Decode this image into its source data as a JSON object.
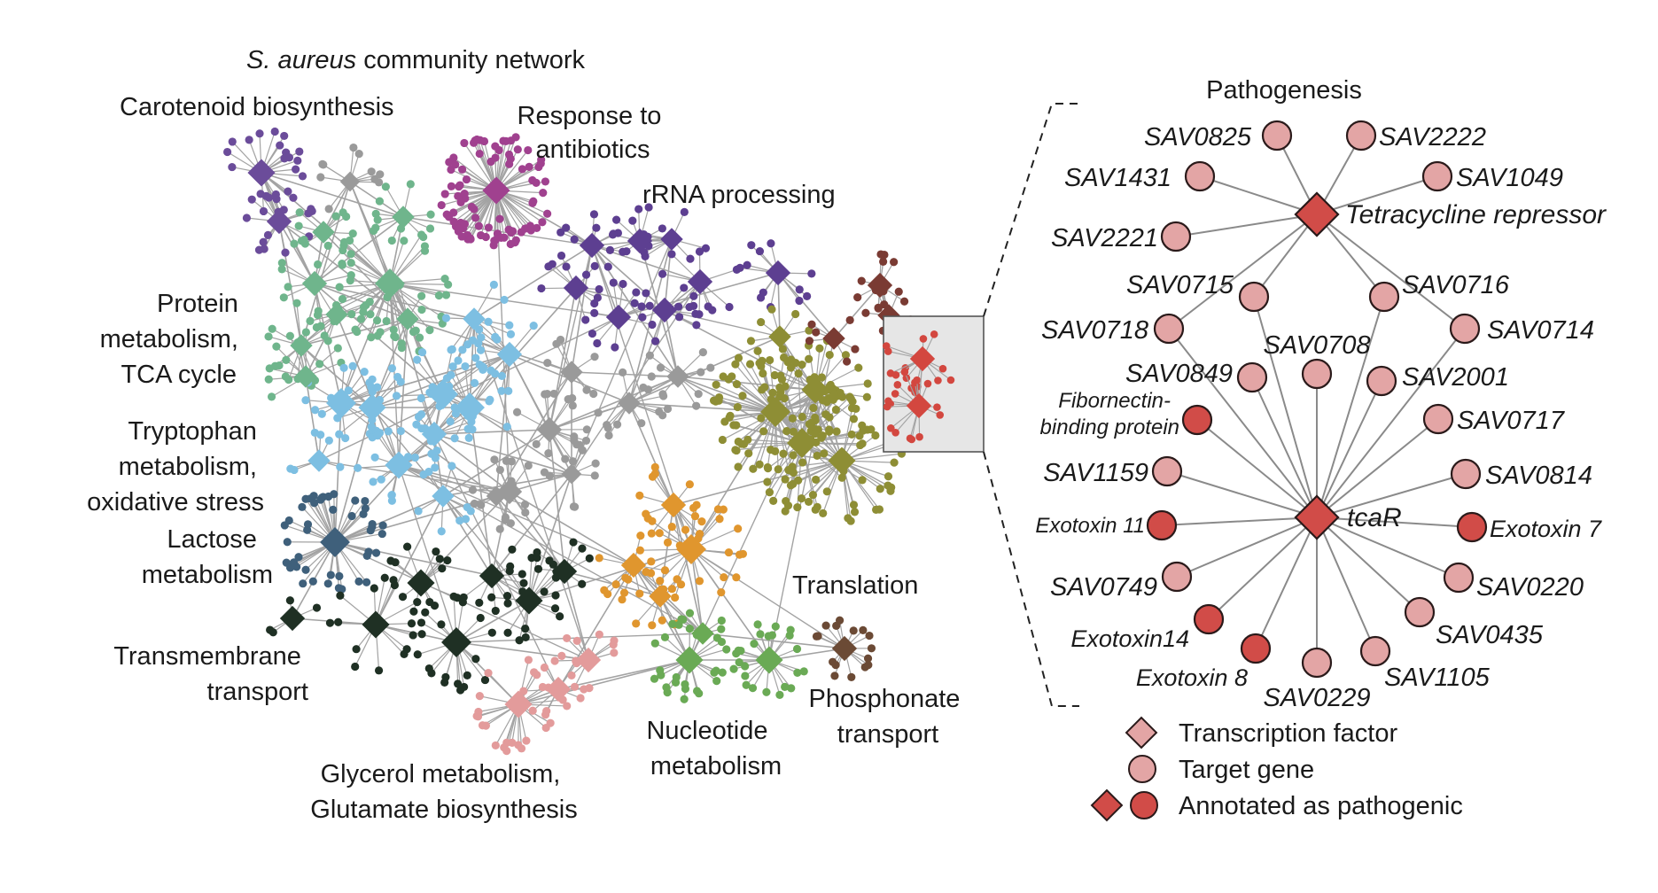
{
  "network": {
    "title_italic": "S. aureus",
    "title_rest": " community network",
    "clusters": [
      {
        "id": "carotenoid",
        "lines": [
          "Carotenoid biosynthesis"
        ],
        "color": "#6b4c9a"
      },
      {
        "id": "antibiotics",
        "lines": [
          "Response to",
          "antibiotics"
        ],
        "color": "#a0418f"
      },
      {
        "id": "rrna",
        "lines": [
          "rRNA processing"
        ],
        "color": "#5d3f91"
      },
      {
        "id": "protein",
        "lines": [
          "Protein",
          "metabolism,",
          "TCA cycle"
        ],
        "color": "#6fb58c"
      },
      {
        "id": "tryptophan",
        "lines": [
          "Tryptophan",
          "metabolism,",
          "oxidative stress"
        ],
        "color": "#7dbfe2"
      },
      {
        "id": "lactose",
        "lines": [
          "Lactose",
          "metabolism"
        ],
        "color": "#3f607b"
      },
      {
        "id": "transmembrane",
        "lines": [
          "Transmembrane",
          "transport"
        ],
        "color": "#1f3024"
      },
      {
        "id": "glycerol",
        "lines": [
          "Glycerol metabolism,",
          "Glutamate biosynthesis"
        ],
        "color": "#e39b9b"
      },
      {
        "id": "nucleotide",
        "lines": [
          "Nucleotide",
          "metabolism"
        ],
        "color": "#6aaa55"
      },
      {
        "id": "translation",
        "lines": [
          "Translation"
        ],
        "color": "#8e8e35"
      },
      {
        "id": "phosphonate",
        "lines": [
          "Phosphonate",
          "transport"
        ],
        "color": "#6b4a35"
      },
      {
        "id": "pathogen_small",
        "lines": [],
        "color": "#d3473f"
      },
      {
        "id": "orange",
        "lines": [],
        "color": "#e0962e"
      },
      {
        "id": "brownred",
        "lines": [],
        "color": "#7a3b33"
      },
      {
        "id": "gray",
        "lines": [],
        "color": "#9a9a9a"
      }
    ]
  },
  "inset": {
    "title": "Pathogenesis",
    "hubs": [
      {
        "id": "tetr",
        "label": "Tetracycline repressor",
        "pathogenic": true
      },
      {
        "id": "tcar",
        "label": "tcaR",
        "pathogenic": true
      }
    ],
    "genes": [
      {
        "label": "SAV0825",
        "hub": "tetr",
        "pathogenic": false
      },
      {
        "label": "SAV2222",
        "hub": "tetr",
        "pathogenic": false
      },
      {
        "label": "SAV1431",
        "hub": "tetr",
        "pathogenic": false
      },
      {
        "label": "SAV1049",
        "hub": "tetr",
        "pathogenic": false
      },
      {
        "label": "SAV2221",
        "hub": "tetr",
        "pathogenic": false
      },
      {
        "label": "SAV0715",
        "hub": "both",
        "pathogenic": false
      },
      {
        "label": "SAV0716",
        "hub": "both",
        "pathogenic": false
      },
      {
        "label": "SAV0718",
        "hub": "both",
        "pathogenic": false
      },
      {
        "label": "SAV0714",
        "hub": "both",
        "pathogenic": false
      },
      {
        "label": "SAV0708",
        "hub": "tcar",
        "pathogenic": false
      },
      {
        "label": "SAV0849",
        "hub": "tcar",
        "pathogenic": false
      },
      {
        "label": "SAV2001",
        "hub": "tcar",
        "pathogenic": false
      },
      {
        "label": "Fibornectin-binding protein",
        "hub": "tcar",
        "pathogenic": true
      },
      {
        "label": "SAV0717",
        "hub": "tcar",
        "pathogenic": false
      },
      {
        "label": "SAV1159",
        "hub": "tcar",
        "pathogenic": false
      },
      {
        "label": "SAV0814",
        "hub": "tcar",
        "pathogenic": false
      },
      {
        "label": "Exotoxin 11",
        "hub": "tcar",
        "pathogenic": true
      },
      {
        "label": "Exotoxin 7",
        "hub": "tcar",
        "pathogenic": true
      },
      {
        "label": "SAV0749",
        "hub": "tcar",
        "pathogenic": false
      },
      {
        "label": "SAV0220",
        "hub": "tcar",
        "pathogenic": false
      },
      {
        "label": "Exotoxin14",
        "hub": "tcar",
        "pathogenic": true
      },
      {
        "label": "SAV0435",
        "hub": "tcar",
        "pathogenic": false
      },
      {
        "label": "Exotoxin 8",
        "hub": "tcar",
        "pathogenic": true
      },
      {
        "label": "SAV0229",
        "hub": "tcar",
        "pathogenic": false
      },
      {
        "label": "SAV1105",
        "hub": "tcar",
        "pathogenic": false
      }
    ],
    "fib_line1": "Fibornectin-",
    "fib_line2": "binding protein",
    "colors": {
      "normal_fill": "#e3a5a5",
      "pathogenic_fill": "#d14c48",
      "stroke": "#2a1a1a",
      "edge": "#8a8a8a"
    }
  },
  "legend": {
    "items": [
      {
        "label": "Transcription factor",
        "shape": "diamond"
      },
      {
        "label": "Target gene",
        "shape": "circle"
      },
      {
        "label": "Annotated as pathogenic",
        "shape": "diamond+circle"
      }
    ]
  }
}
